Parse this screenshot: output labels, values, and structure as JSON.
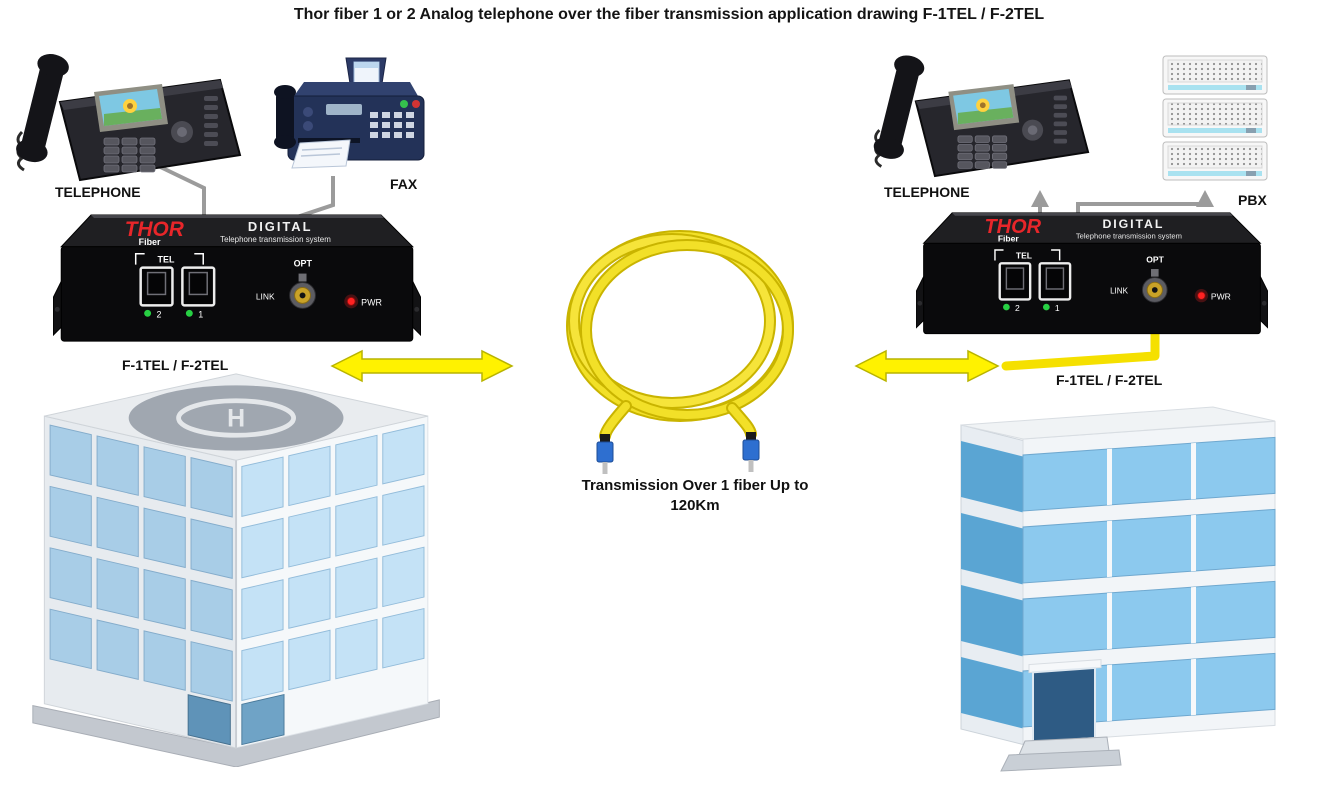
{
  "title": "Thor fiber 1 or 2 Analog telephone over the fiber transmission application drawing F-1TEL / F-2TEL",
  "device": {
    "brand": "THOR",
    "brand_sub": "Fiber",
    "model": "DIGITAL",
    "model_subtitle": "Telephone transmission system",
    "tel_label": "TEL",
    "port_2": "2",
    "port_1": "1",
    "opt_label": "OPT",
    "link_label": "LINK",
    "pwr_label": "PWR"
  },
  "left": {
    "telephone_label": "TELEPHONE",
    "fax_label": "FAX",
    "converter_label": "F-1TEL / F-2TEL",
    "helipad_letter": "H"
  },
  "right": {
    "telephone_label": "TELEPHONE",
    "pbx_label": "PBX",
    "converter_label": "F-1TEL / F-2TEL"
  },
  "center": {
    "caption_line1": "Transmission Over 1 fiber Up to",
    "caption_line2": "120Km"
  },
  "colors": {
    "fiber_yellow": "#F2E028",
    "arrow_yellow": "#FFF200",
    "device_black": "#0A0A0C",
    "brand_red": "#E8262A",
    "led_green": "#27D043",
    "led_red": "#FF2222",
    "glass_blue": "#8CC9EE",
    "line_gray": "#9B9B9B"
  }
}
